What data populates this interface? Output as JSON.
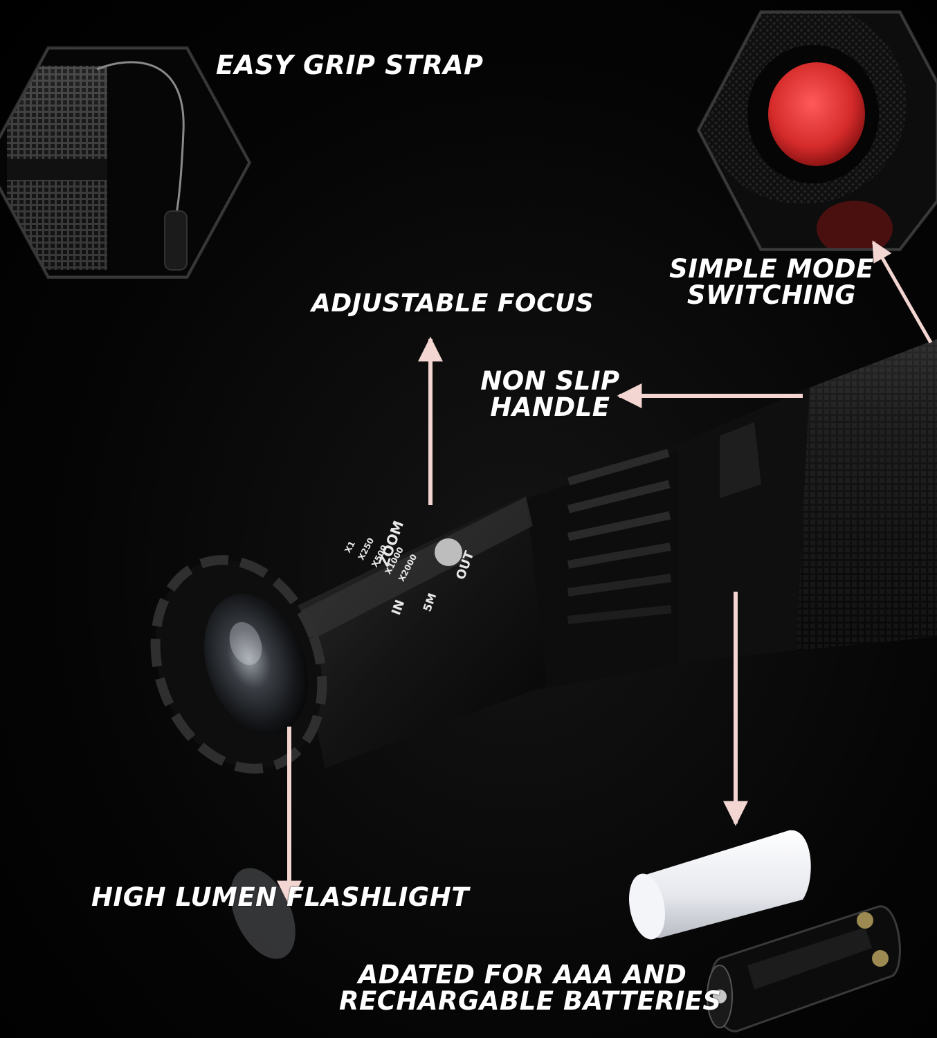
{
  "labels": {
    "easy_grip": "EASY GRIP STRAP",
    "mode_line1": "SIMPLE MODE",
    "mode_line2": "SWITCHING",
    "focus": "ADJUSTABLE  FOCUS",
    "handle_line1": "NON SLIP",
    "handle_line2": "HANDLE",
    "lumen": "HIGH LUMEN FLASHLIGHT",
    "battery_line1": "ADATED FOR AAA AND",
    "battery_line2": "RECHARGABLE BATTERIES"
  },
  "zoom_markings": {
    "zoom": "ZOOM",
    "in": "IN",
    "out": "OUT",
    "mode_mark": "5M",
    "scale": [
      "X1",
      "X250",
      "X500",
      "X1000",
      "X2000"
    ]
  },
  "colors": {
    "background": "#000000",
    "label_text": "#ffffff",
    "arrow": "#f3d6d2",
    "switch_button": "#d42a2a",
    "battery": "#eef0f4"
  },
  "icons": [
    "hexagon-inset-grip-photo",
    "hexagon-inset-switch-photo",
    "flashlight-photo",
    "battery-photo",
    "battery-holder-photo"
  ]
}
